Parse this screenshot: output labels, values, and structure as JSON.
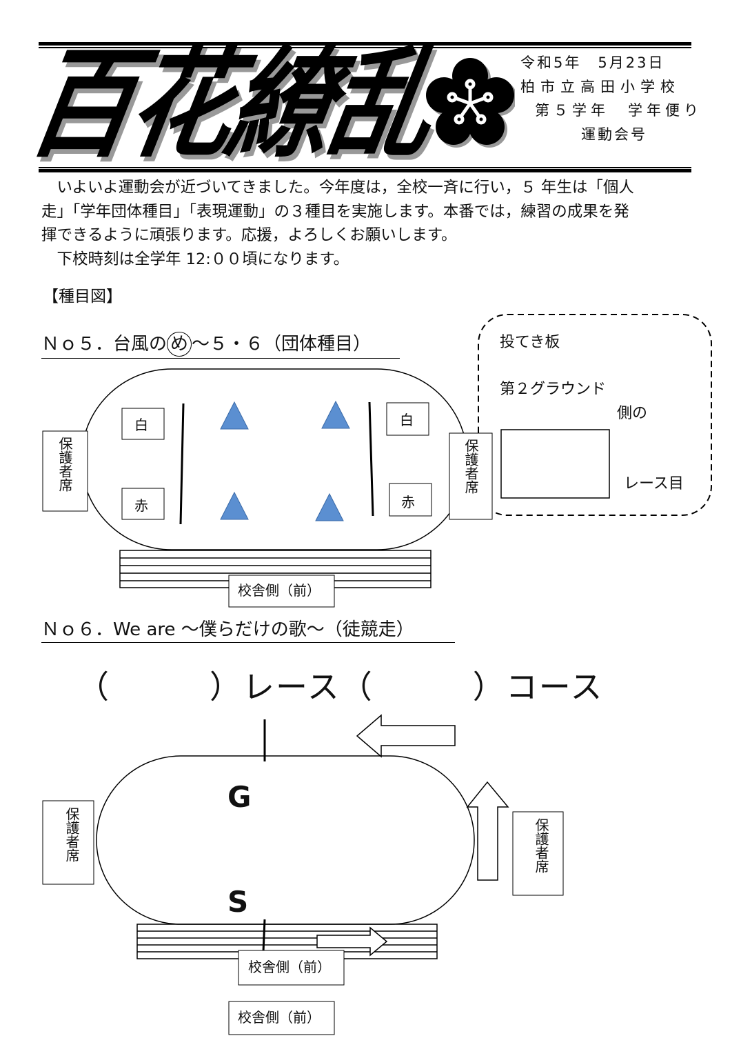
{
  "header": {
    "title": "百花繚乱",
    "date": "令和5年　5月23日",
    "school": "柏市立高田小学校",
    "grade_letter": "第５学年　学年便り",
    "issue": "運動会号"
  },
  "intro": {
    "lines": [
      "　いよいよ運動会が近づいてきました。今年度は，全校一斉に行い，５ 年生は「個人",
      "走」「学年団体種目」「表現運動」の３種目を実施します。本番では，練習の成果を発",
      "揮できるように頑張ります。応援，よろしくお願いします。",
      "　下校時刻は全学年 12:００頃になります。"
    ]
  },
  "section_label": "【種目図】",
  "event5": {
    "heading_pre": "Ｎｏ５．台風の",
    "heading_circled": "め",
    "heading_post": "～５・６（団体種目）",
    "note_title": "投てき板",
    "note_line1": "第２グラウンド",
    "note_line2": "側の",
    "note_line3": "レース目",
    "white": "白",
    "red": "赤",
    "guardian": "保護者席",
    "school_side": "校舎側（前）"
  },
  "event6": {
    "heading": "Ｎｏ６．We are ～僕らだけの歌～（徒競走）",
    "race_line": "（　　　）レース（　　　）コース",
    "goal": "G",
    "start": "S",
    "guardian": "保護者席",
    "school_side": "校舎側（前）"
  },
  "colors": {
    "triangle": "#5b8fd1",
    "triangle_stroke": "#3a6aa8"
  }
}
